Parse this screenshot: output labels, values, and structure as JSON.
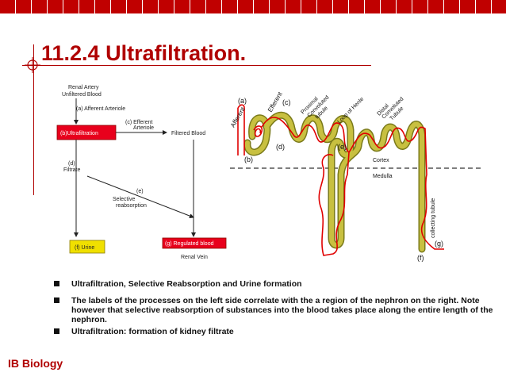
{
  "slide": {
    "title": "11.2.4 Ultrafiltration.",
    "footer": "IB Biology",
    "colors": {
      "accent": "#c00000",
      "nephron_tube": "#b5b52a",
      "blood_vessel": "#e00000",
      "box_red": "#e8001c",
      "box_yellow": "#f0e000"
    }
  },
  "flow": {
    "renal_artery": "Renal Artery",
    "unfiltered_blood": "Unfiltered Blood",
    "a_afferent": "(a)  Afferent Arteriole",
    "b_ultrafiltration": "(b)Ultrafiltration",
    "c_efferent_1": "(c)  Efferent",
    "c_efferent_2": "Arteriole",
    "filtered_blood": "Filtered Blood",
    "d_label": "(d)",
    "filtrate": "Filtrate",
    "e_label": "(e)",
    "selective_1": "Selective",
    "selective_2": "reabsorption",
    "f_urine": "(f) Urine",
    "g_regulated": "(g) Regulated blood",
    "renal_vein": "Renal Vein"
  },
  "nephron": {
    "a": "(a)",
    "afferent": "Afferent",
    "efferent": "Efferent",
    "c": "(c)",
    "proximal_1": "Proximal",
    "proximal_2": "Convoluted",
    "proximal_3": "tubule",
    "loop": "Loop of Henle",
    "distal_1": "Distal",
    "distal_2": "Convoluted",
    "distal_3": "Tubule",
    "b": "(b)",
    "d": "(d)",
    "e": "(e)",
    "cortex": "Cortex",
    "medulla": "Medulla",
    "collecting": "collecting tubule",
    "g": "(g)",
    "f": "(f)"
  },
  "bullets": [
    "Ultrafiltration, Selective Reabsorption and Urine formation",
    "The labels of the processes on the left side correlate with the a region of the nephron on the right. Note however that selective reabsorption of substances into the blood takes place along the entire length of the nephron.",
    "Ultrafiltration: formation of kidney filtrate"
  ]
}
